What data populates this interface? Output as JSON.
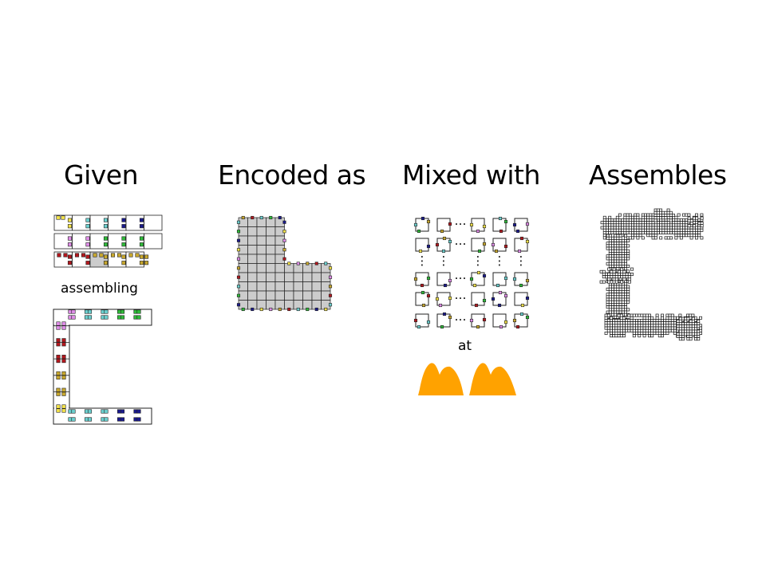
{
  "headings": {
    "given": "Given",
    "encoded": "Encoded as",
    "mixed": "Mixed with",
    "assembles": "Assembles"
  },
  "labels": {
    "assembling": "assembling",
    "at": "at",
    "ellipsis": "…",
    "vdots": "⋮"
  },
  "colors": {
    "tile_stroke": "#222222",
    "gray_fill": "#cccccc",
    "peak_fill": "#ffa200",
    "yellow": "#f2e24a",
    "cyan": "#6cd0cf",
    "navy": "#1a1a8c",
    "magenta": "#e08ee8",
    "green": "#2fbb3a",
    "red": "#b3181e",
    "olive": "#c8a82e"
  }
}
